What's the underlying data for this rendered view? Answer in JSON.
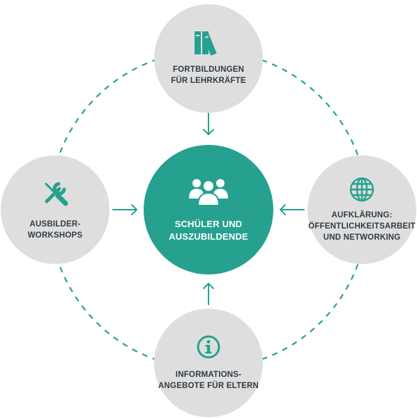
{
  "diagram": {
    "center": {
      "label": "SCHÜLER UND\nAUSZUBILDENDE",
      "icon": "group-of-people-icon"
    },
    "nodes": {
      "top": {
        "label": "FORTBILDUNGEN\nFÜR LEHRKRÄFTE",
        "icon": "books-icon"
      },
      "left": {
        "label": "AUSBILDER-\nWORKSHOPS",
        "icon": "wrench-screwdriver-icon"
      },
      "right": {
        "label": "AUFKLÄRUNG:\nÖFFENTLICHKEITSARBEIT\nUND NETWORKING",
        "icon": "globe-icon"
      },
      "bottom": {
        "label": "INFORMATIONS-\nANGEBOTE FÜR ELTERN",
        "icon": "info-icon"
      }
    },
    "colors": {
      "accent": "#26a18f",
      "node_fill": "#dedede",
      "text": "#2f3b42",
      "center_text": "#ffffff"
    }
  }
}
